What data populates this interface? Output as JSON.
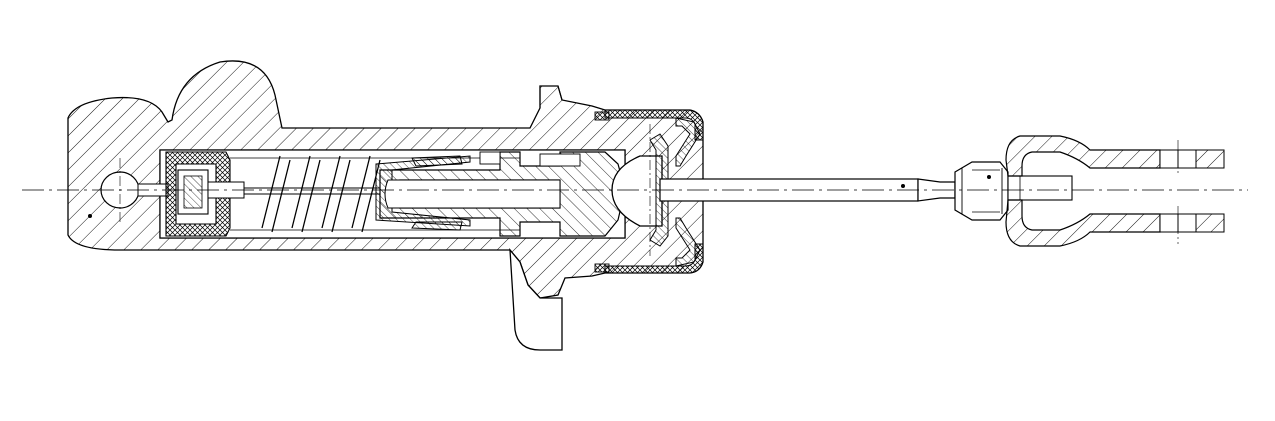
{
  "drawing": {
    "kind": "mechanical cross-section line drawing",
    "text_labels": [],
    "colors": {
      "background": "#ffffff",
      "line": "#000000",
      "hatch": "#000000"
    },
    "parts": [
      "cylinder-body",
      "mounting-lug",
      "inlet-port",
      "valve-seal-insert",
      "return-spring",
      "piston",
      "piston-seal",
      "spherical-pushrod-seat",
      "dust-boot",
      "pushrod",
      "lock-nut",
      "clevis-yoke",
      "centerline"
    ]
  }
}
